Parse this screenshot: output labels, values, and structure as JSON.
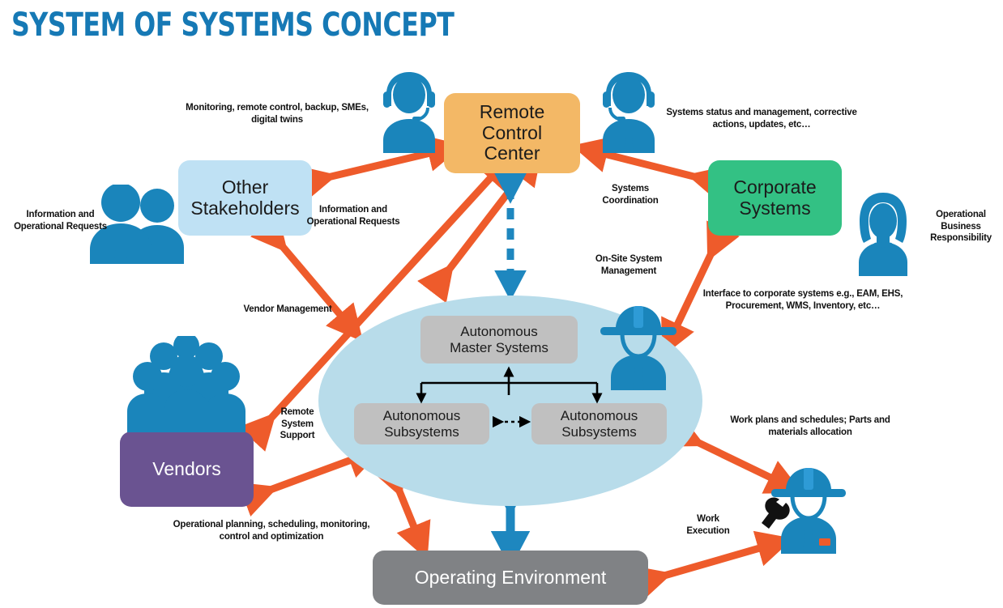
{
  "title": "SYSTEM OF SYSTEMS CONCEPT",
  "colors": {
    "title_blue": "#1679B5",
    "icon_blue": "#1A85BB",
    "arrow_orange": "#EE5B2B",
    "arrow_blue": "#1E87BF",
    "remote_control_center": "#F3B866",
    "other_stakeholders": "#BFE1F4",
    "corporate_systems": "#33C184",
    "vendors": "#6A5391",
    "operating_environment": "#808285",
    "ellipse": "#B8DCEA",
    "grey_box": "#C0C0C0"
  },
  "nodes": {
    "remote_control_center": "Remote\nControl\nCenter",
    "remote_control_center_lines": [
      "Remote",
      "Control",
      "Center"
    ],
    "other_stakeholders_lines": [
      "Other",
      "Stakeholders"
    ],
    "corporate_systems_lines": [
      "Corporate",
      "Systems"
    ],
    "vendors": "Vendors",
    "operating_environment": "Operating Environment",
    "autonomous_master_systems_lines": [
      "Autonomous",
      "Master Systems"
    ],
    "autonomous_subsystems_left_lines": [
      "Autonomous",
      "Subsystems"
    ],
    "autonomous_subsystems_right_lines": [
      "Autonomous",
      "Subsystems"
    ]
  },
  "labels": {
    "monitoring": [
      "Monitoring, remote control, backup,",
      "SMEs, digital twins"
    ],
    "systems_status": [
      "Systems status and management, corrective",
      "actions, updates, etc…"
    ],
    "information_requests_left": [
      "Information and",
      "Operational",
      "Requests"
    ],
    "information_requests_center": [
      "Information and",
      "Operational",
      "Requests"
    ],
    "systems_coordination": [
      "Systems",
      "Coordination"
    ],
    "operational_business_responsibility": [
      "Operational",
      "Business",
      "Responsibility"
    ],
    "on_site_system_management": [
      "On-Site System",
      "Management"
    ],
    "interface_corporate": [
      "Interface to corporate systems e.g., EAM,",
      "EHS, Procurement, WMS, Inventory, etc…"
    ],
    "vendor_management": [
      "Vendor",
      "Management"
    ],
    "remote_system_support": [
      "Remote",
      "System",
      "Support"
    ],
    "operational_planning": [
      "Operational planning, scheduling, monitoring,",
      "control and optimization"
    ],
    "work_plans": [
      "Work plans and schedules;",
      "Parts and materials allocation"
    ],
    "work_execution": [
      "Work",
      "Execution"
    ]
  },
  "icons": {
    "headset_operator_left": "headset-operator-icon",
    "headset_operator_right": "headset-operator-icon",
    "stakeholders_people": "two-people-icon",
    "businesswoman": "businesswoman-icon",
    "vendors_crowd": "group-of-people-icon",
    "field_technician": "hardhat-worker-icon",
    "maintenance_worker": "hardhat-worker-with-wrench-icon"
  }
}
